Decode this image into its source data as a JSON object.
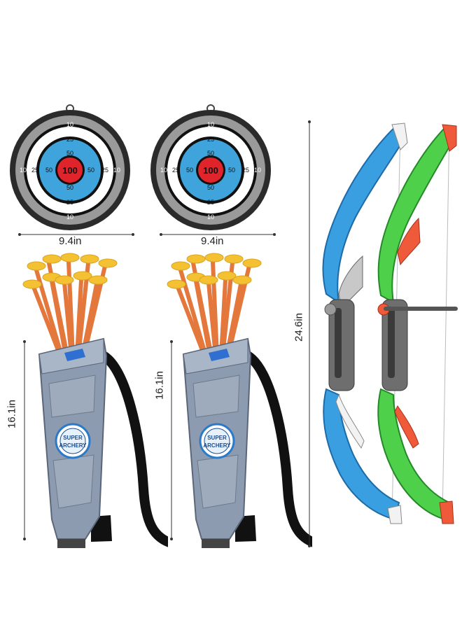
{
  "targets": [
    {
      "rings": {
        "outer": "10",
        "second": "25",
        "third": "50",
        "center": "100"
      },
      "width_label": "9.4in"
    },
    {
      "rings": {
        "outer": "10",
        "second": "25",
        "third": "50",
        "center": "100"
      },
      "width_label": "9.4in"
    }
  ],
  "quivers": [
    {
      "height_label": "16.1in",
      "logo_line1": "SUPER",
      "logo_line2": "ARCHERY"
    },
    {
      "height_label": "16.1in",
      "logo_line1": "SUPER",
      "logo_line2": "ARCHERY"
    }
  ],
  "bows": {
    "height_label": "24.6in",
    "colors": [
      "blue",
      "green"
    ]
  },
  "colors": {
    "target_outer": "#2b2b2b",
    "target_ring_gray": "#9a9a9a",
    "target_blue": "#3fa4dc",
    "target_red": "#e0242b",
    "arrow_shaft": "#e4773b",
    "arrow_cup": "#f4c133",
    "quiver": "#8c9bb0",
    "bow_blue": "#3a9fe0",
    "bow_green": "#4fd04a",
    "bow_orange": "#ef5a3a"
  }
}
